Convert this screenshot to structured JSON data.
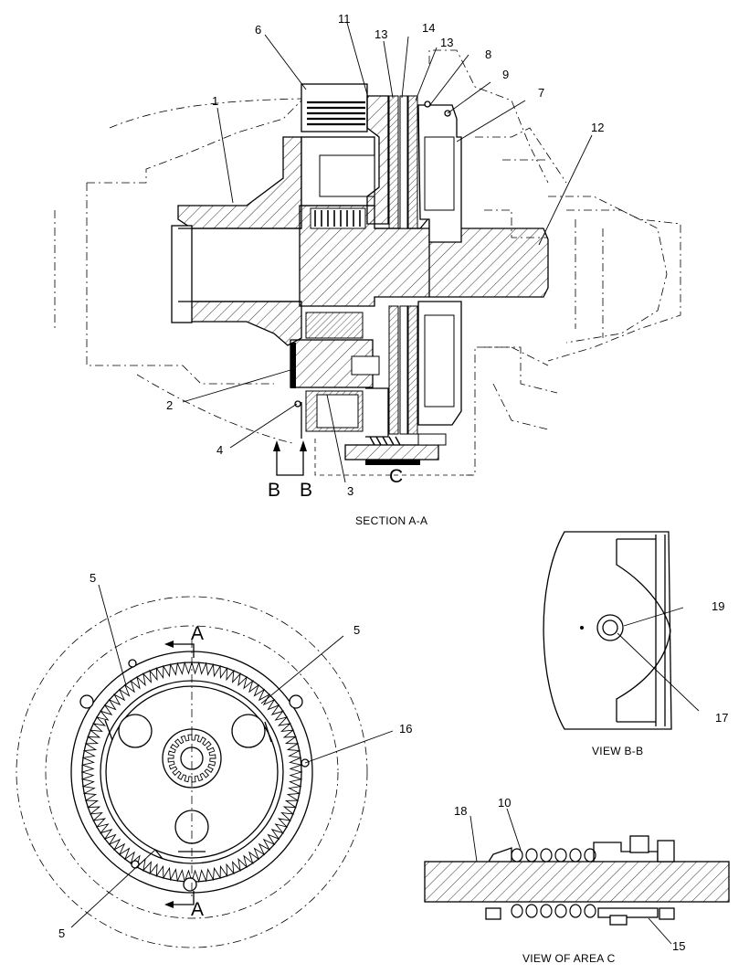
{
  "callouts": {
    "c1": "1",
    "c2": "2",
    "c3": "3",
    "c4": "4",
    "c6": "6",
    "c7": "7",
    "c8": "8",
    "c9": "9",
    "c11": "11",
    "c12": "12",
    "c13a": "13",
    "c13b": "13",
    "c14": "14",
    "c5a": "5",
    "c5b": "5",
    "c5c": "5",
    "c16": "16",
    "c19": "19",
    "c17": "17",
    "c18": "18",
    "c10": "10",
    "c15": "15"
  },
  "section_marks": {
    "b_left": "B",
    "b_right": "B",
    "c_mark": "C",
    "a_top": "A",
    "a_bottom": "A"
  },
  "captions": {
    "section_aa": "SECTION A-A",
    "view_bb": "VIEW  B-B",
    "view_area_c": "VIEW OF AREA  C"
  }
}
